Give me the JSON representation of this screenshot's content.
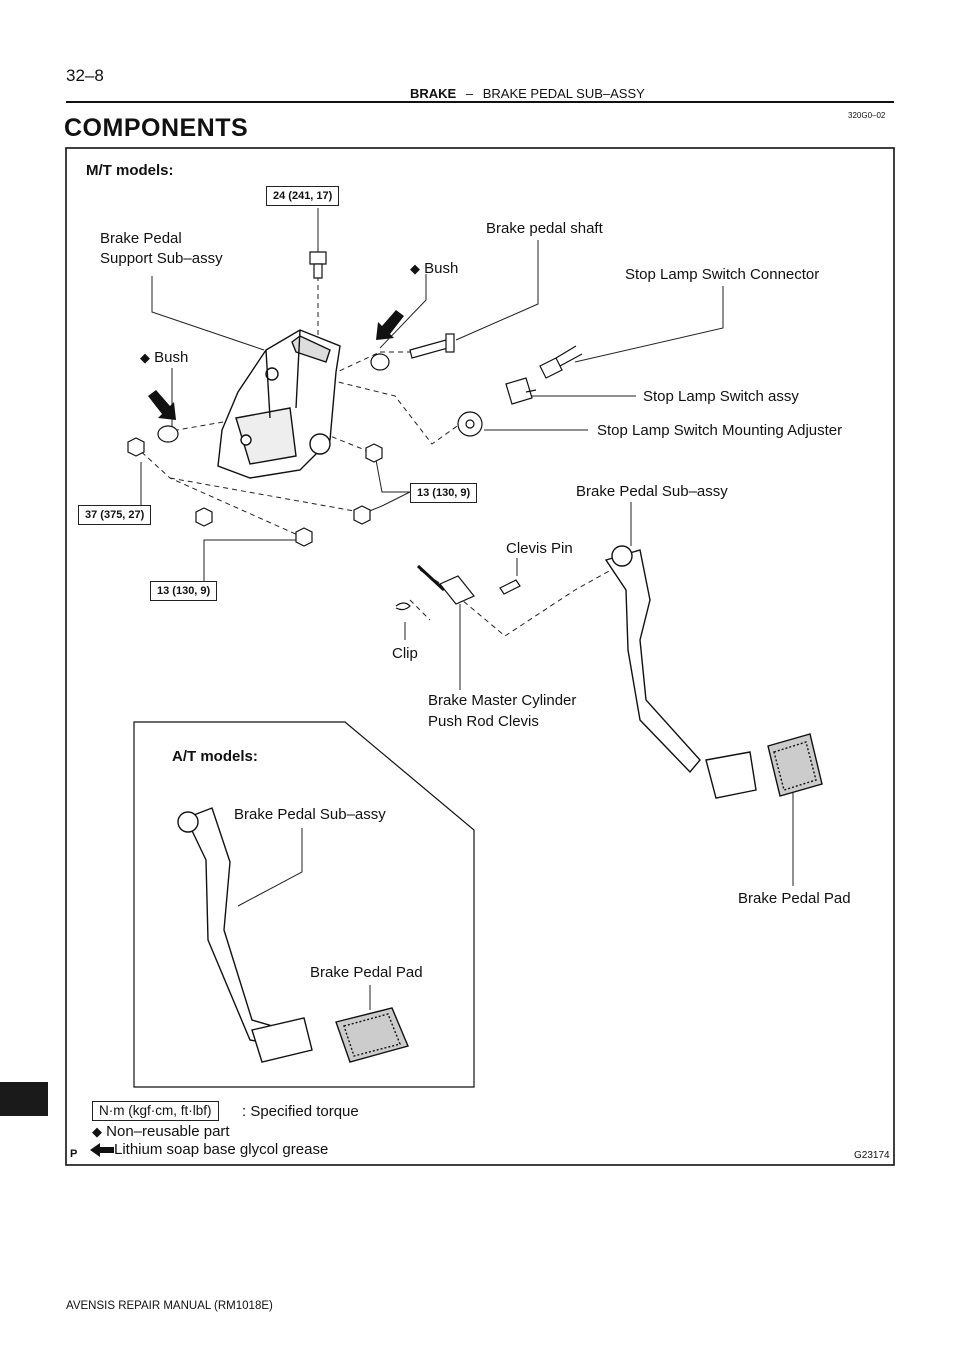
{
  "header": {
    "page_number": "32–8",
    "section": "BRAKE",
    "separator": "–",
    "subsection": "BRAKE PEDAL SUB–ASSY",
    "doc_code": "320G0–02"
  },
  "title": "COMPONENTS",
  "figure": {
    "mt_heading": "M/T models:",
    "at_heading": "A/T models:",
    "labels": {
      "support": [
        "Brake Pedal",
        "Support Sub–assy"
      ],
      "bush": "Bush",
      "bush2": "Bush",
      "shaft": "Brake pedal shaft",
      "connector": "Stop Lamp Switch Connector",
      "switch": "Stop Lamp Switch assy",
      "adjuster": "Stop Lamp Switch Mounting Adjuster",
      "pedal_mt": "Brake Pedal Sub–assy",
      "clevis_pin": "Clevis Pin",
      "clip": "Clip",
      "push_rod": [
        "Brake Master Cylinder",
        "Push Rod Clevis"
      ],
      "pedal_at": "Brake Pedal Sub–assy",
      "pad_at": "Brake Pedal Pad",
      "pad_mt": "Brake Pedal Pad"
    },
    "torques": {
      "t1": "24 (241, 17)",
      "t2": "13 (130, 9)",
      "t3": "37 (375, 27)",
      "t4": "13 (130, 9)"
    },
    "legend": {
      "unit_box": "N·m (kgf·cm, ft·lbf)",
      "unit_text": ": Specified torque",
      "nonreusable": "Non–reusable part",
      "grease": "Lithium soap base glycol grease"
    },
    "corner_mark": "P",
    "figure_id": "G23174"
  },
  "footer": "AVENSIS REPAIR MANUAL   (RM1018E)"
}
